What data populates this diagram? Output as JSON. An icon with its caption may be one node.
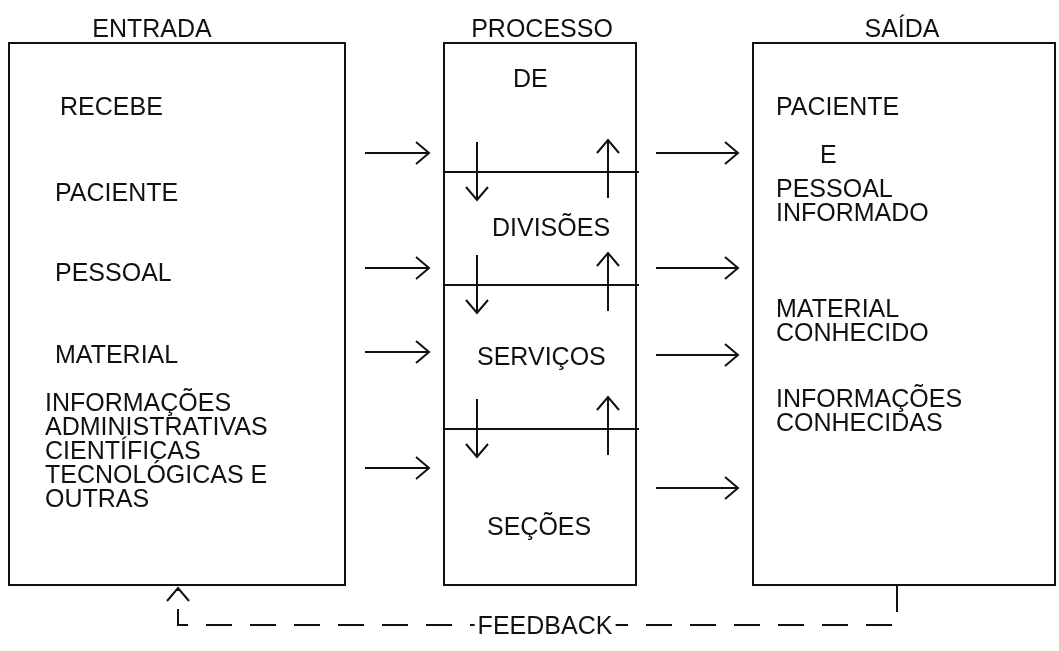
{
  "diagram": {
    "nodes": [
      {
        "text": [
          "ENTRADA",
          "RECEBE",
          "PACIENTE",
          "PESSOAL",
          "MATERIAL",
          "INFORMAÇÕES ADMINISTRATIVAS CIENTÍFICAS TECNOLÓGICAS E OUTRAS"
        ]
      },
      {
        "text": [
          "PROCESSO"
        ]
      },
      {
        "text": [
          "DE"
        ],
        "in": 1
      },
      {
        "text": [
          "DIVISÕES"
        ],
        "in": 1
      },
      {
        "text": [
          "SERVIÇOS"
        ],
        "in": 1
      },
      {
        "text": [
          "SEÇÕES"
        ],
        "in": 1
      },
      {
        "text": [
          "SAÍDA",
          "PACIENTE",
          "E",
          "PESSOAL INFORMADO",
          "MATERIAL CONHECIDO",
          "INFORMAÇÕES CONHECIDAS"
        ]
      }
    ],
    "edges": [
      {
        "from": 0,
        "to": 1,
        "arrow": "to"
      },
      {
        "from": 0,
        "to": 1,
        "arrow": "to"
      },
      {
        "from": 0,
        "to": 1,
        "arrow": "to"
      },
      {
        "from": 0,
        "to": 1,
        "arrow": "to"
      },
      {
        "from": 2,
        "to": 3,
        "arrow": "to"
      },
      {
        "from": 3,
        "to": 2,
        "arrow": "to"
      },
      {
        "from": 3,
        "to": 4,
        "arrow": "to"
      },
      {
        "from": 4,
        "to": 3,
        "arrow": "to"
      },
      {
        "from": 4,
        "to": 5,
        "arrow": "to"
      },
      {
        "from": 5,
        "to": 4,
        "arrow": "to"
      },
      {
        "from": 1,
        "to": 6,
        "arrow": "to"
      },
      {
        "from": 1,
        "to": 6,
        "arrow": "to"
      },
      {
        "from": 1,
        "to": 6,
        "arrow": "to"
      },
      {
        "from": 1,
        "to": 6,
        "arrow": "to"
      },
      {
        "from": 6,
        "to": 0,
        "arrow": "to",
        "style": "dashed",
        "label": "FEEDBACK"
      }
    ]
  }
}
